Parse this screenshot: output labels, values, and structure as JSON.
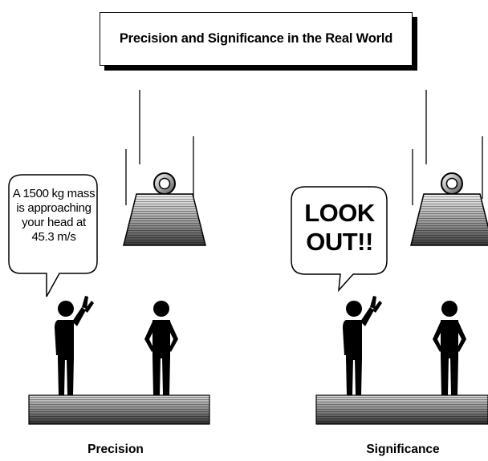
{
  "title": "Precision and Significance in the Real World",
  "left_panel": {
    "bubble_lines": [
      "A 1500 kg mass",
      "is approaching",
      "your head at",
      "45.3 m/s"
    ],
    "caption": "Precision"
  },
  "right_panel": {
    "bubble_lines": [
      "LOOK",
      "OUT!!"
    ],
    "caption": "Significance"
  },
  "icons": [
    "falling-weight-icon",
    "pointing-person-icon",
    "standing-person-icon",
    "speech-bubble-icon",
    "ground-platform-icon"
  ]
}
